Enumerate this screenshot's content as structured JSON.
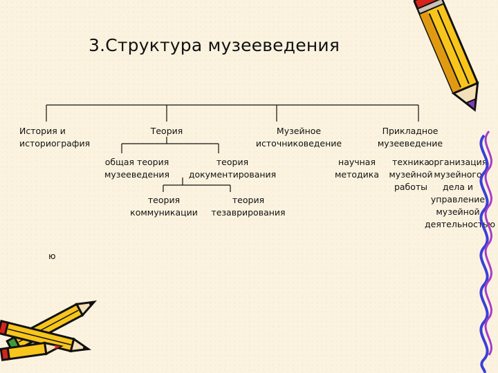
{
  "slide": {
    "title": "3.Структура музееведения",
    "footnote": "ю"
  },
  "tree": {
    "level1": [
      "История и историография",
      "Теория",
      "Музейное источниковедение",
      "Прикладное музееведение"
    ],
    "theory_children": [
      "общая теория музееведения",
      "теория документирования",
      "теория коммуникации",
      "теория тезаврирования"
    ],
    "applied_children": [
      "научная методика",
      "техника музейной работы",
      "организация музейного дела и управление музейной деятельностью"
    ]
  },
  "colors": {
    "background": "#fbf3df",
    "lines": "#111111",
    "pencil_yellow": "#f7c51c",
    "pencil_red": "#d6241c",
    "pencil_green": "#3f9a3a",
    "ribbon_blue": "#3b3fd8",
    "ribbon_purple": "#a83cc8"
  },
  "icons": [
    "pencil-icon",
    "crossed-pencils-icon",
    "wavy-ribbon-icon"
  ]
}
